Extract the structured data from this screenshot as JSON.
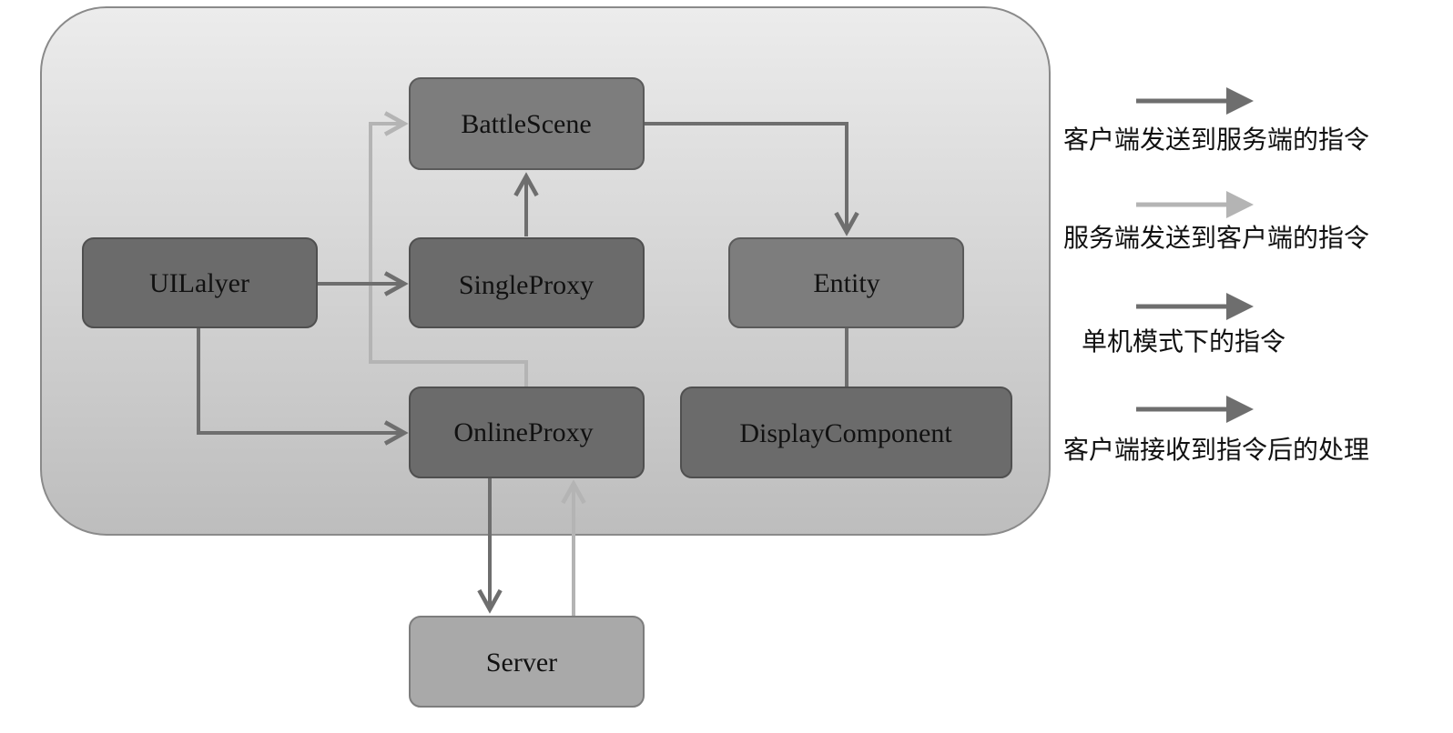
{
  "nodes": {
    "battle_scene": "BattleScene",
    "ui_layer": "UILalyer",
    "single_proxy": "SingleProxy",
    "entity": "Entity",
    "online_proxy": "OnlineProxy",
    "display_component": "DisplayComponent",
    "server": "Server"
  },
  "legend": [
    {
      "label": "客户端发送到服务端的指令",
      "color": "#6e6e6e"
    },
    {
      "label": "服务端发送到客户端的指令",
      "color": "#b4b4b4"
    },
    {
      "label": "单机模式下的指令",
      "color": "#6e6e6e"
    },
    {
      "label": "客户端接收到指令后的处理",
      "color": "#6e6e6e"
    }
  ],
  "colors": {
    "dark_arrow": "#6e6e6e",
    "light_arrow": "#b4b4b4",
    "dark_node": "#6b6b6b",
    "mid_node": "#7d7d7d",
    "light_node": "#a9a9a9"
  }
}
